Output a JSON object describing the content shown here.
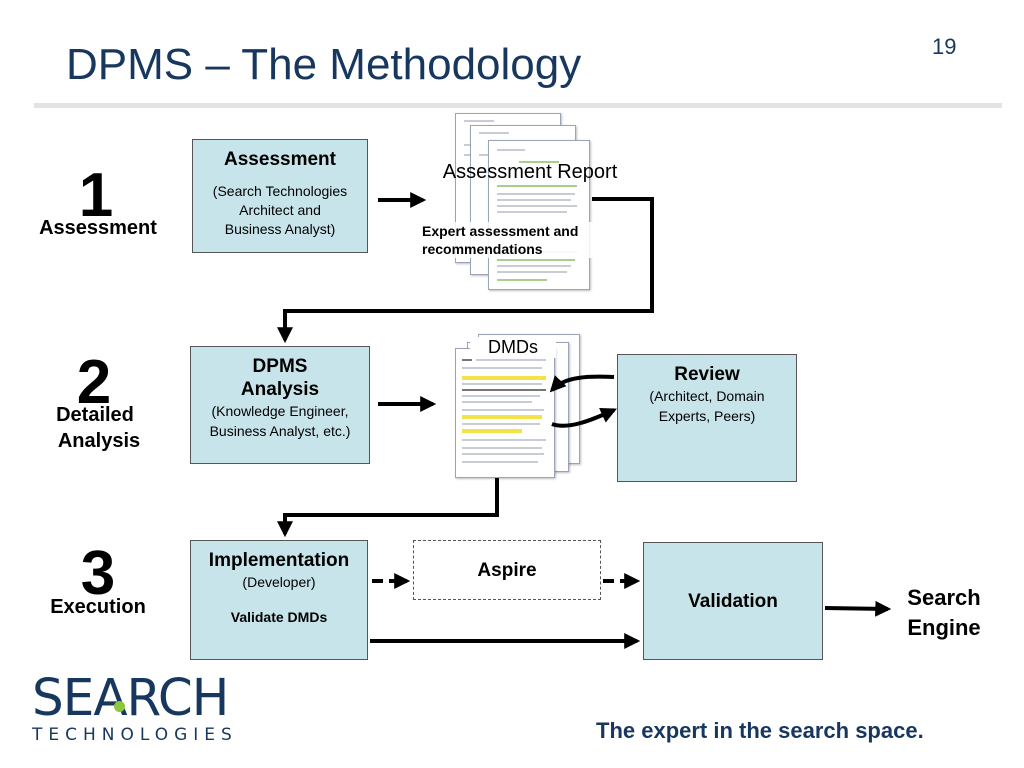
{
  "slide": {
    "title": "DPMS – The Methodology",
    "page_number": "19"
  },
  "steps": [
    {
      "number": "1",
      "label": "Assessment"
    },
    {
      "number": "2",
      "label_line1": "Detailed",
      "label_line2": "Analysis"
    },
    {
      "number": "3",
      "label": "Execution"
    }
  ],
  "boxes": {
    "assessment": {
      "title": "Assessment",
      "line1": "(Search Technologies",
      "line2": "Architect and",
      "line3": "Business Analyst)"
    },
    "dpms_analysis": {
      "title_line1": "DPMS",
      "title_line2": "Analysis",
      "line1": "(Knowledge Engineer,",
      "line2": "Business Analyst, etc.)"
    },
    "review": {
      "title": "Review",
      "line1": "(Architect, Domain",
      "line2": "Experts, Peers)"
    },
    "implementation": {
      "title": "Implementation",
      "subtitle": "(Developer)",
      "note": "Validate DMDs"
    },
    "aspire": {
      "title": "Aspire"
    },
    "validation": {
      "title": "Validation"
    }
  },
  "documents": {
    "assessment_report_label": "Assessment Report",
    "assessment_report_note": "Expert assessment and recommendations",
    "dmds_label": "DMDs"
  },
  "output": {
    "line1": "Search",
    "line2": "Engine"
  },
  "footer": {
    "logo_main": "SEARCH",
    "logo_sub": "TECHNOLOGIES",
    "tagline": "The expert in the search space."
  },
  "colors": {
    "title": "#17375e",
    "box_fill": "#c7e4ea",
    "logo": "#17375e",
    "logo_dot": "#8dc63f"
  }
}
